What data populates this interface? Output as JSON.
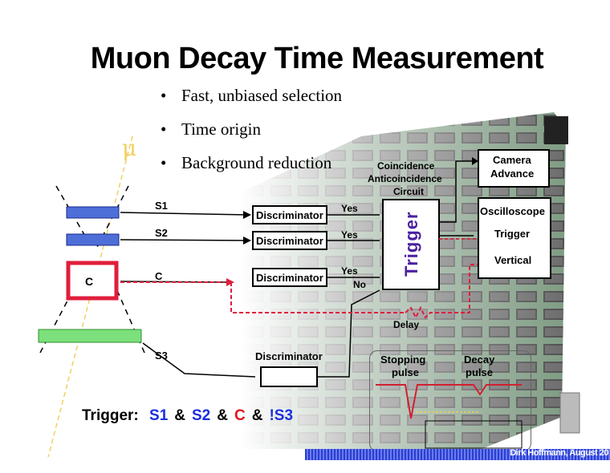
{
  "slide": {
    "title": "Muon Decay Time Measurement",
    "bullets": [
      "Fast, unbiased selection",
      "Time origin",
      "Background reduction"
    ],
    "footer": "Dirk Hoffmann, August 20"
  },
  "diagram": {
    "particle_symbol": "μ",
    "scintillators": [
      "S1",
      "S2",
      "C",
      "S3"
    ],
    "discriminator_label": "Discriminator",
    "outputs": [
      "Yes",
      "Yes",
      "Yes",
      "No"
    ],
    "logic_box": [
      "Coincidence",
      "Anticoincidence",
      "Circuit"
    ],
    "trigger_label": "Trigger",
    "camera_box": [
      "Camera",
      "Advance"
    ],
    "oscilloscope": {
      "title": "Oscilloscope",
      "inputs": [
        "Trigger",
        "Vertical"
      ]
    },
    "delay_label": "Delay",
    "pulses": {
      "stopping": [
        "Stopping",
        "pulse"
      ],
      "decay": [
        "Decay",
        "pulse"
      ]
    },
    "trigger_equation": {
      "prefix": "Trigger:",
      "terms": [
        {
          "text": "S1",
          "color": "#1a2fe0"
        },
        {
          "text": "&",
          "color": "#000000"
        },
        {
          "text": "S2",
          "color": "#1a2fe0"
        },
        {
          "text": "&",
          "color": "#000000"
        },
        {
          "text": "C",
          "color": "#e0141e"
        },
        {
          "text": "&",
          "color": "#000000"
        },
        {
          "text": "!S3",
          "color": "#1a2fe0"
        }
      ]
    }
  },
  "colors": {
    "scintillator_blue": "#4f6fd8",
    "counter_red": "#e01e3c",
    "s3_green": "#7ce07c",
    "trigger_purple": "#4a1fa0",
    "footer_blue": "#2a3fd0"
  }
}
